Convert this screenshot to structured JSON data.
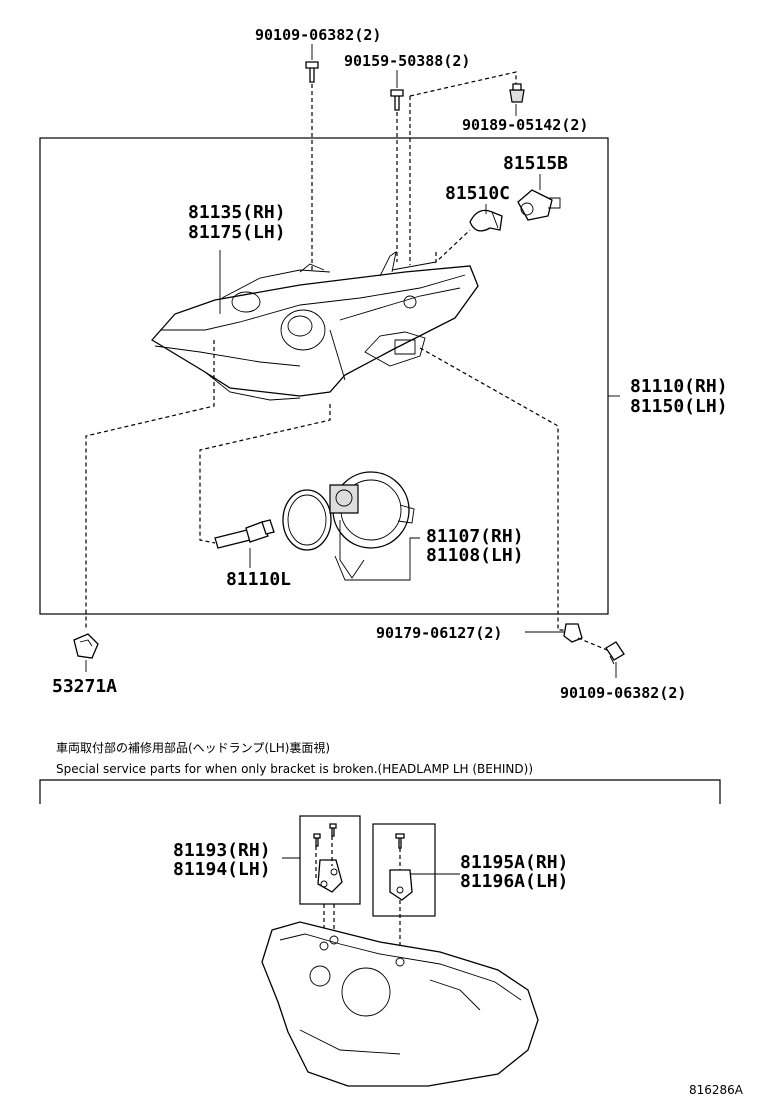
{
  "main_section": {
    "parts": [
      {
        "id": "p90109a",
        "label": "90109-06382(2)"
      },
      {
        "id": "p90159",
        "label": "90159-50388(2)"
      },
      {
        "id": "p90189",
        "label": "90189-05142(2)"
      },
      {
        "id": "p81515b",
        "label": "81515B"
      },
      {
        "id": "p81510c",
        "label": "81510C"
      },
      {
        "id": "p81135",
        "label": "81135(RH)"
      },
      {
        "id": "p81175",
        "label": "81175(LH)"
      },
      {
        "id": "p81110rh",
        "label": "81110(RH)"
      },
      {
        "id": "p81150",
        "label": "81150(LH)"
      },
      {
        "id": "p81107",
        "label": "81107(RH)"
      },
      {
        "id": "p81108",
        "label": "81108(LH)"
      },
      {
        "id": "p81110l",
        "label": "81110L"
      },
      {
        "id": "p90179",
        "label": "90179-06127(2)"
      },
      {
        "id": "p53271a",
        "label": "53271A"
      },
      {
        "id": "p90109b",
        "label": "90109-06382(2)"
      }
    ]
  },
  "service_section": {
    "note_jp": "車両取付部の補修用部品(ヘッドランプ(LH)裏面視)",
    "note_en": "Special service parts for when only bracket is broken.(HEADLAMP LH (BEHIND))",
    "parts": [
      {
        "id": "p81193",
        "label": "81193(RH)"
      },
      {
        "id": "p81194",
        "label": "81194(LH)"
      },
      {
        "id": "p81195a",
        "label": "81195A(RH)"
      },
      {
        "id": "p81196a",
        "label": "81196A(LH)"
      }
    ]
  },
  "diagram_code": "816286A"
}
